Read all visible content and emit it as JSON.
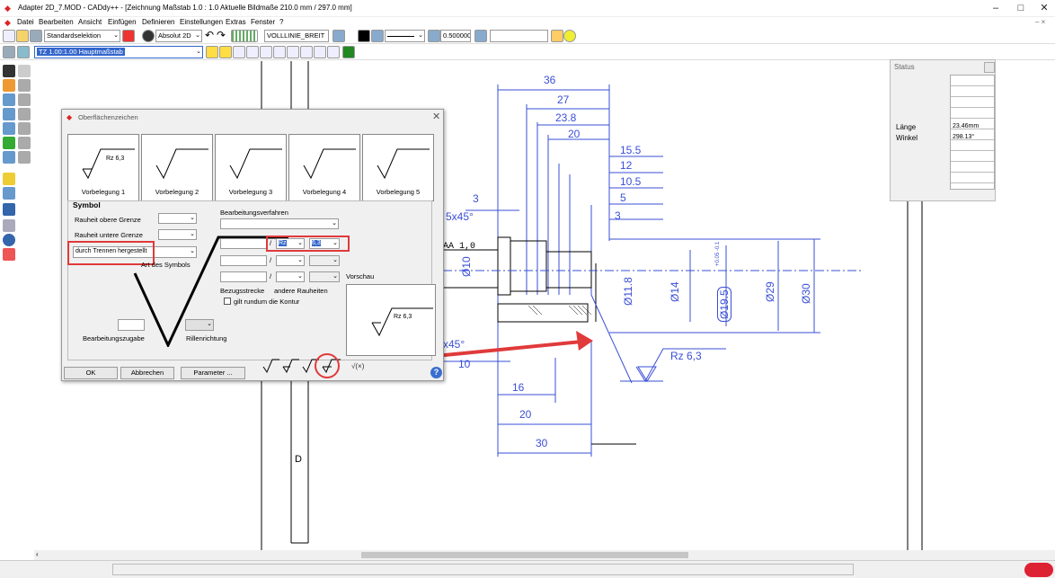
{
  "window": {
    "title": "Adapter 2D_7.MOD  -  CADdy++ - [Zeichnung   Maßstab 1.0 : 1.0   Aktuelle Bildmaße 210.0 mm / 297.0 mm]",
    "minimize": "–",
    "maximize": "□",
    "close": "✕"
  },
  "menu": [
    "Datei",
    "Bearbeiten",
    "Ansicht",
    "Einfügen",
    "Definieren",
    "Einstellungen",
    "Extras",
    "Fenster",
    "?"
  ],
  "toolbar1": {
    "selection_mode": "Standardselektion",
    "coord_mode": "Absolut 2D",
    "line_type": "VOLLLINIE_BREIT",
    "line_width": "0.500000",
    "extra_value": ""
  },
  "toolbar2": {
    "scale_combo": "TZ 1.00:1.00 Hauptmaßstab"
  },
  "status_panel": {
    "title": "Status",
    "rows": [
      {
        "label": "Länge",
        "value": "23.46mm"
      },
      {
        "label": "Winkel",
        "value": "298.13°"
      }
    ]
  },
  "dialog": {
    "title": "Oberflächenzeichen",
    "presets": [
      {
        "label": "Vorbelegung 1",
        "symbol_text": "Rz 6,3"
      },
      {
        "label": "Vorbelegung 2"
      },
      {
        "label": "Vorbelegung 3"
      },
      {
        "label": "Vorbelegung 4"
      },
      {
        "label": "Vorbelegung 5"
      }
    ],
    "symbol_group": "Symbol",
    "upper_limit_label": "Rauheit obere Grenze",
    "lower_limit_label": "Rauheit untere Grenze",
    "symbol_type_value": "durch Trennen hergestellt",
    "symbol_type_label": "Art des Symbols",
    "machining_process_label": "Bearbeitungsverfahren",
    "roughness_param": "Rz",
    "roughness_value": "6,3",
    "reference_label": "Bezugsstrecke",
    "other_roughness_label": "andere Rauheiten",
    "all_around_label": "gilt rundum die Kontur",
    "preview_label": "Vorschau",
    "preview_text": "Rz 6,3",
    "allowance_label": "Bearbeitungszugabe",
    "lay_label": "Rillenrichtung",
    "ok": "OK",
    "cancel": "Abbrechen",
    "params": "Parameter ...",
    "help": "?"
  },
  "drawing": {
    "dims_top": [
      "36",
      "27",
      "23.8",
      "20",
      "15.5",
      "12",
      "10.5",
      "5",
      "3"
    ],
    "dims_left": [
      "3",
      "5x45°",
      "AA 1,0",
      "x45°",
      "10"
    ],
    "dims_bottom": [
      "16",
      "20",
      "30"
    ],
    "dims_vertical": [
      "Ø10",
      "Ø11.8",
      "Ø14",
      "Ø19.5",
      "Ø29",
      "Ø30"
    ],
    "tolerance": "+0.05 -0.1",
    "surface_label": "Rz 6,3",
    "frame_letter": "D"
  },
  "colors": {
    "dimension": "#3a4fd6",
    "highlight": "#e03a3a",
    "arrow": "#e03a3a"
  }
}
